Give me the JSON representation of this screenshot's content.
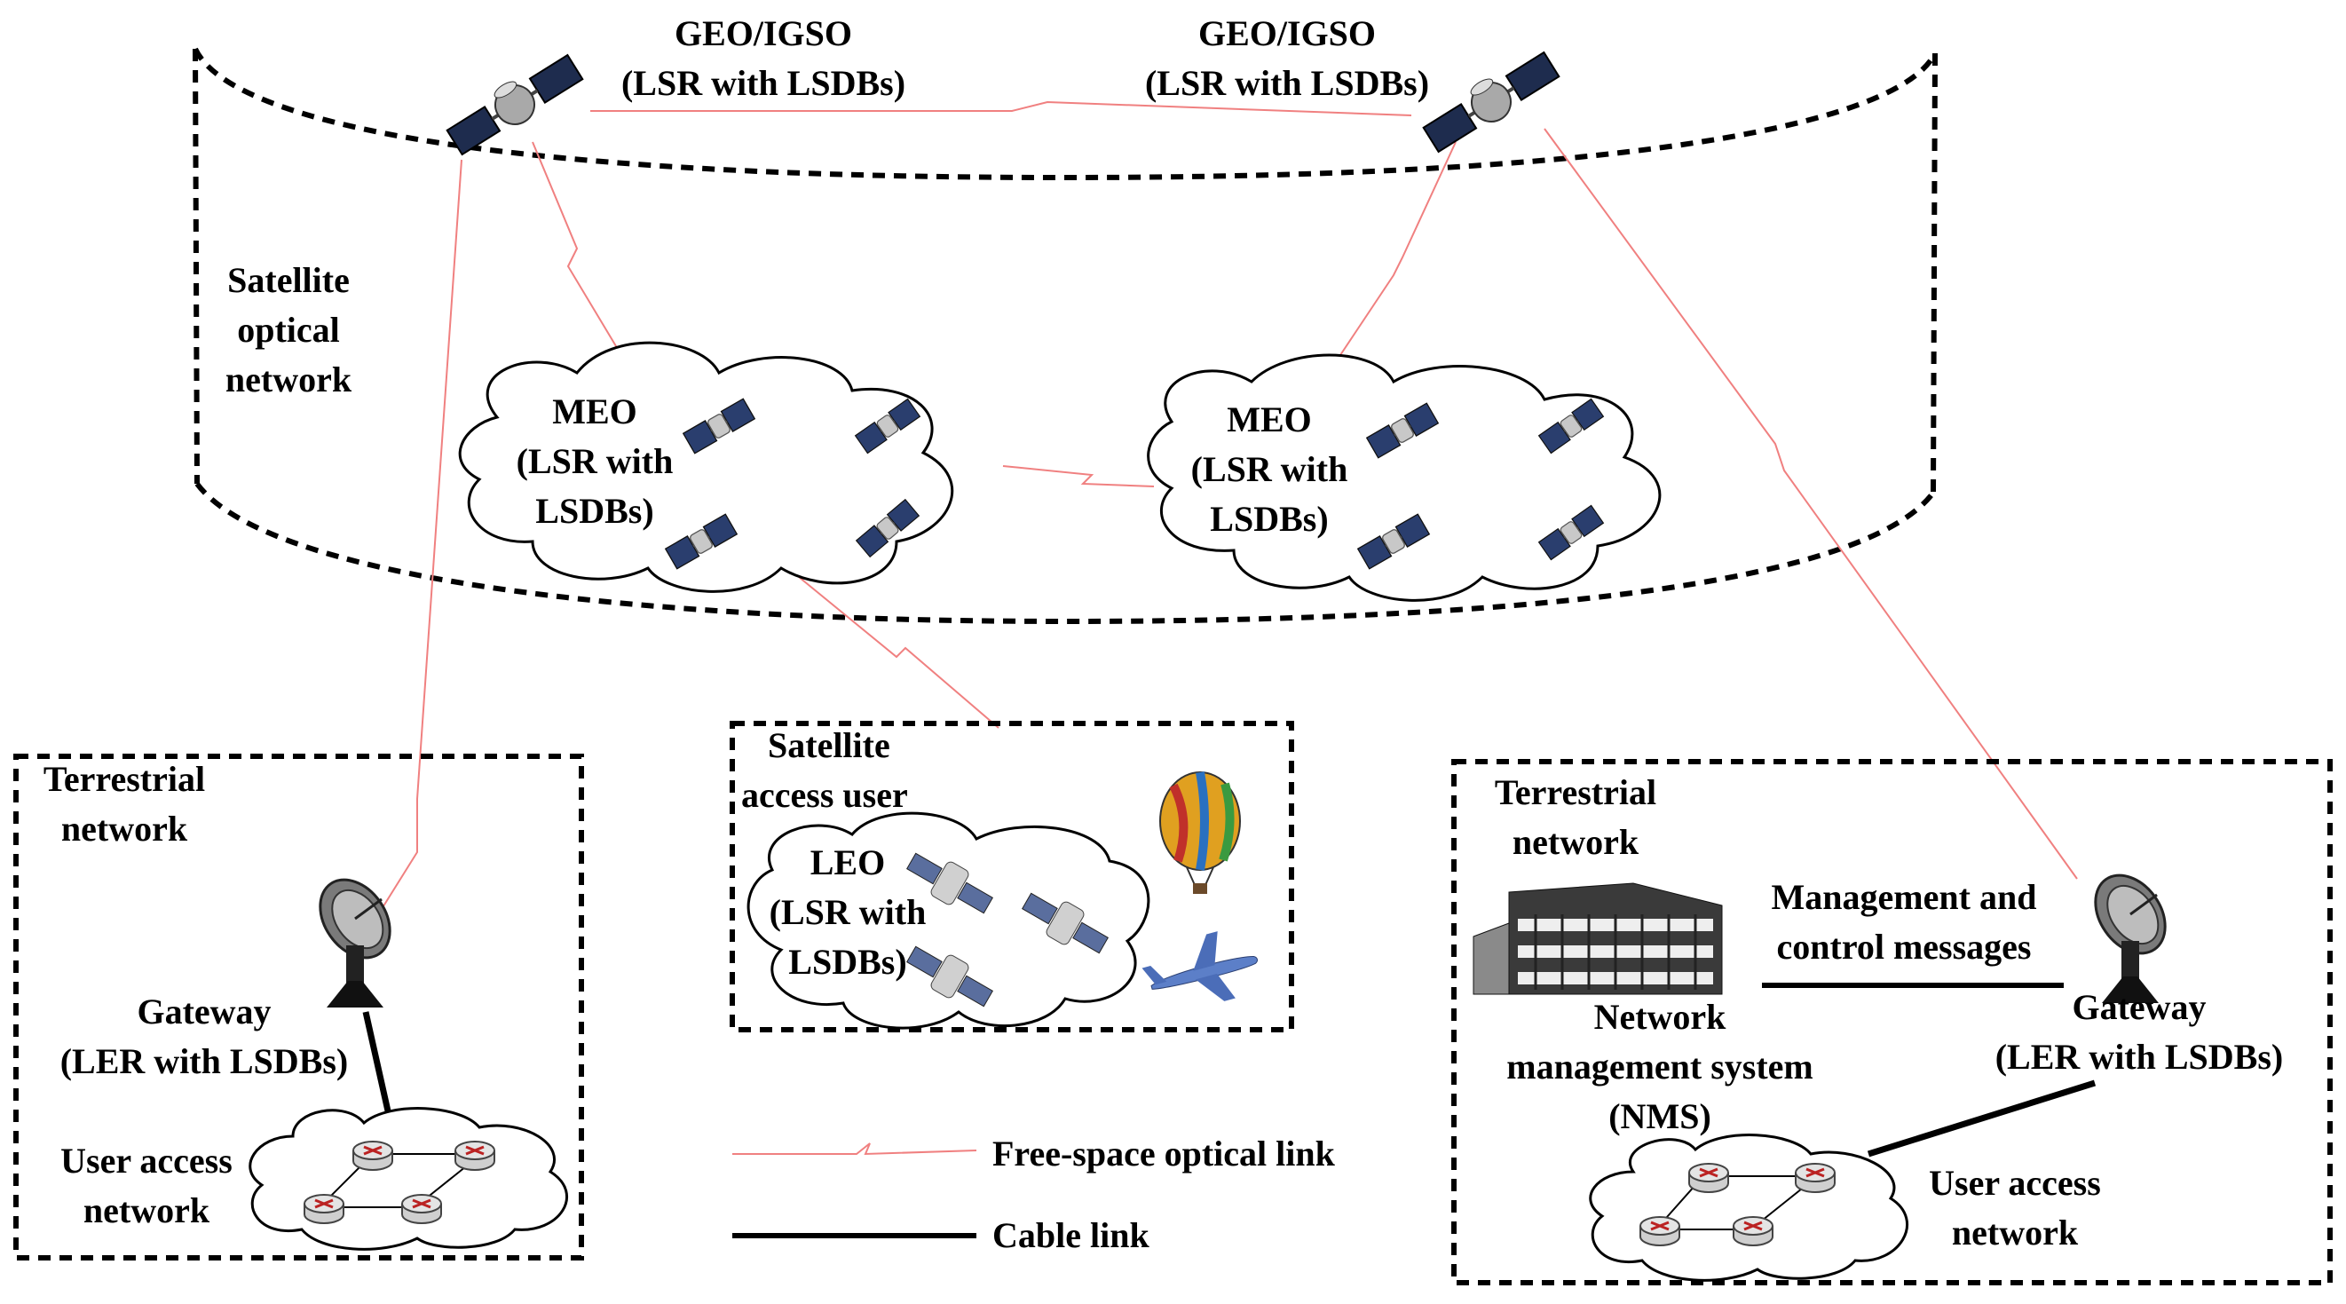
{
  "satellite_network": {
    "geo_left": {
      "title": "GEO/IGSO",
      "subtitle": "(LSR with LSDBs)"
    },
    "geo_right": {
      "title": "GEO/IGSO",
      "subtitle": "(LSR with LSDBs)"
    },
    "label": [
      "Satellite",
      "optical",
      "network"
    ],
    "meo_left": [
      "MEO",
      "(LSR with",
      "LSDBs)"
    ],
    "meo_right": [
      "MEO",
      "(LSR with",
      "LSDBs)"
    ]
  },
  "terrestrial_left": {
    "title": [
      "Terrestrial",
      "network"
    ],
    "gateway": [
      "Gateway",
      "(LER with LSDBs)"
    ],
    "access": [
      "User access",
      "network"
    ]
  },
  "satellite_access": {
    "title": [
      "Satellite",
      "access user"
    ],
    "leo": [
      "LEO",
      "(LSR with",
      "LSDBs)"
    ]
  },
  "terrestrial_right": {
    "title": [
      "Terrestrial",
      "network"
    ],
    "messages": [
      "Management and",
      "control messages"
    ],
    "nms": [
      "Network",
      "management system",
      "(NMS)"
    ],
    "gateway": [
      "Gateway",
      "(LER with LSDBs)"
    ],
    "access": [
      "User access",
      "network"
    ]
  },
  "legend": {
    "optical": "Free-space optical link",
    "cable": "Cable link"
  },
  "colors": {
    "optical_link": "#f08080",
    "cable_link": "#000000",
    "boundary": "#000000"
  },
  "icons": [
    "geo-satellite-icon",
    "meo-satellite-icon",
    "leo-satellite-icon",
    "dish-antenna-icon",
    "router-icon",
    "building-icon",
    "hot-air-balloon-icon",
    "airplane-icon"
  ]
}
